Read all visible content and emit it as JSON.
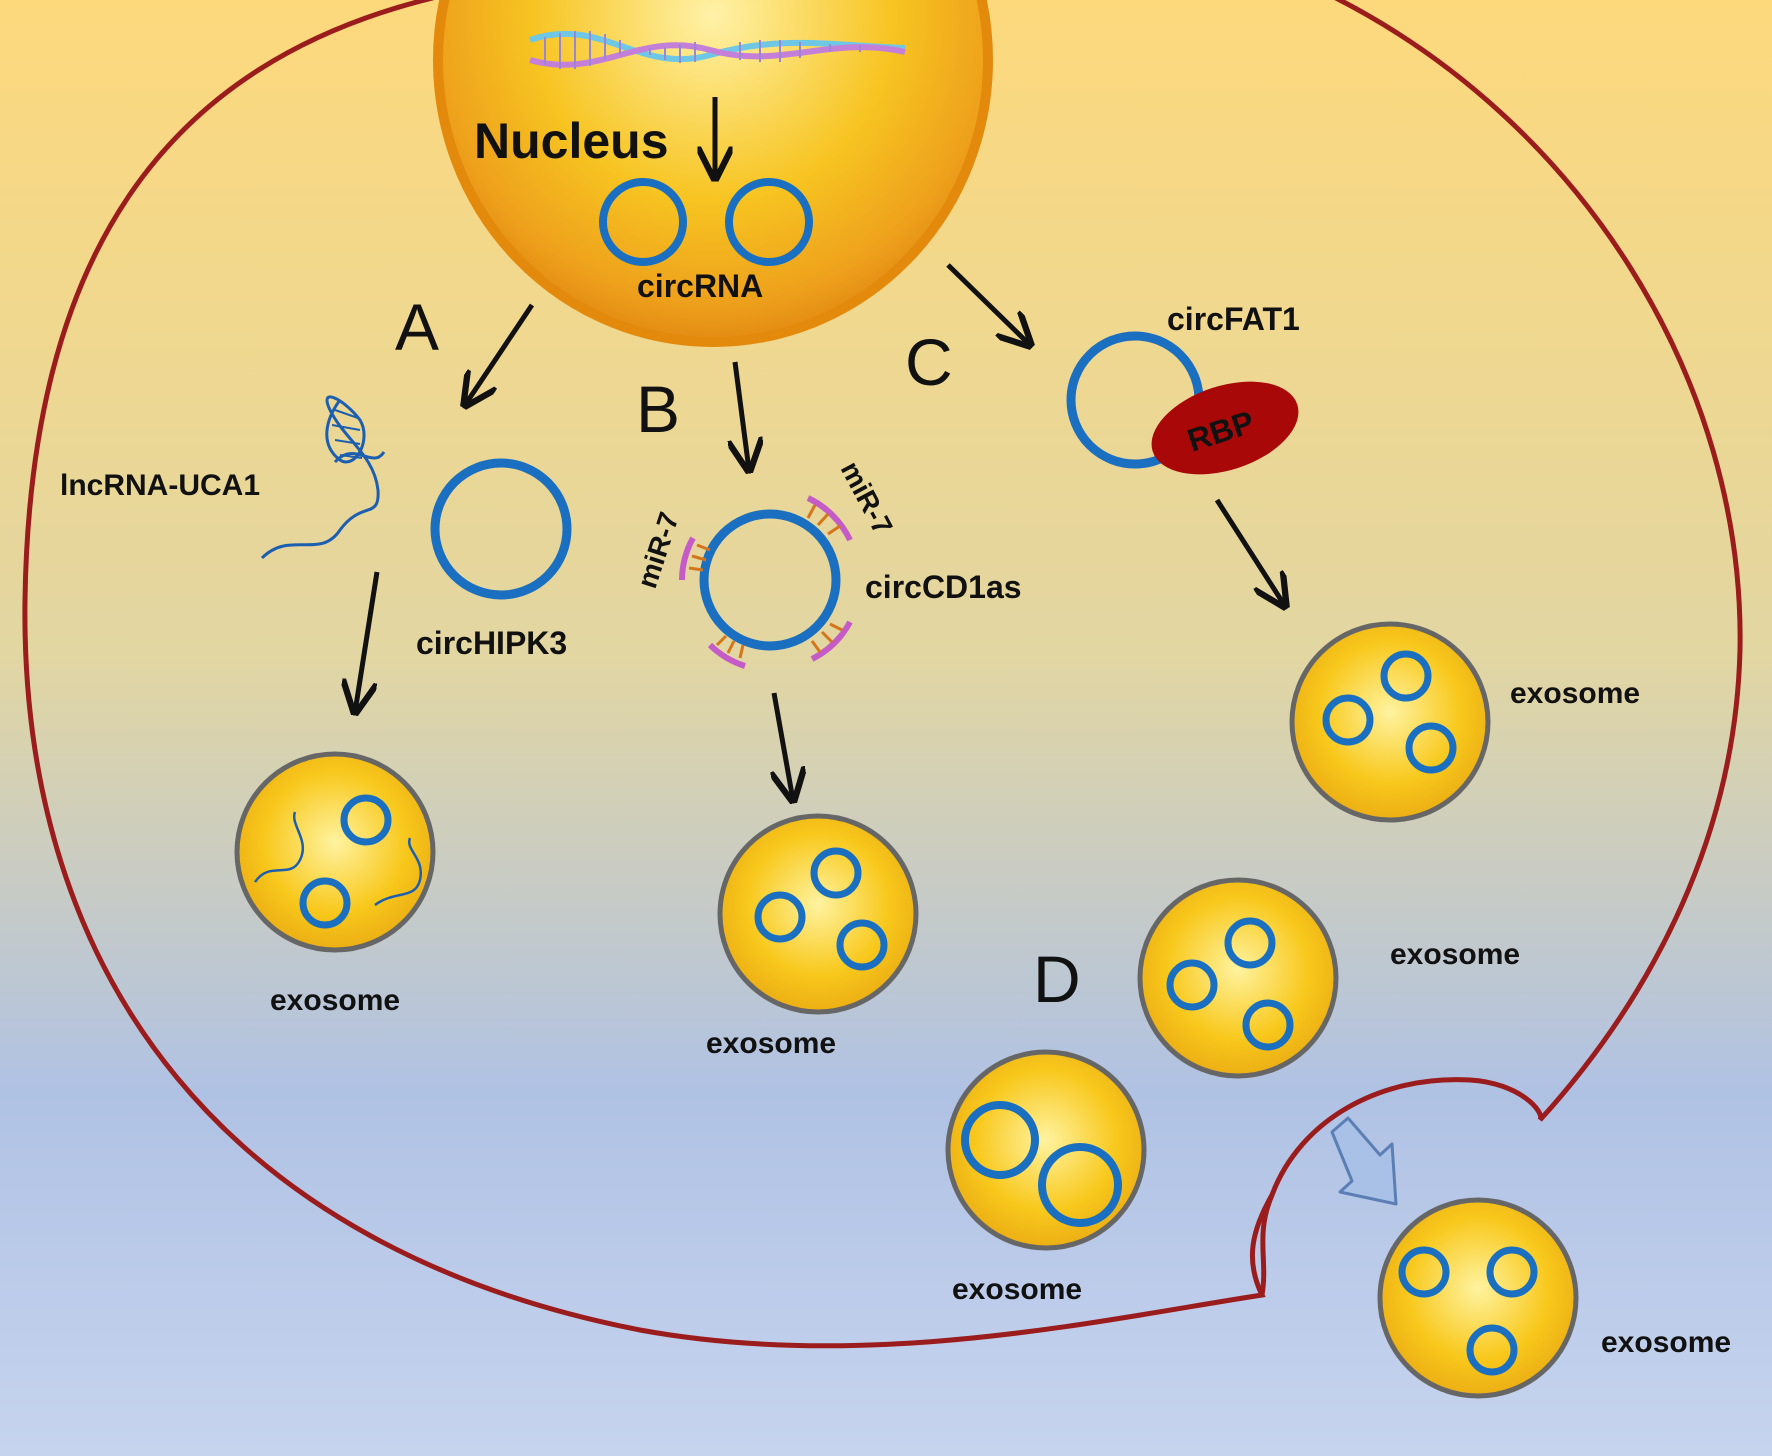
{
  "nucleus": {
    "label": "Nucleus",
    "circ_label": "circRNA"
  },
  "pathways": {
    "A": {
      "letter": "A",
      "lncrna_label": "lncRNA-UCA1",
      "circ_label": "circHIPK3",
      "exosome_label": "exosome"
    },
    "B": {
      "letter": "B",
      "circ_label": "circCD1as",
      "mirna_label_left": "miR-7",
      "mirna_label_right": "miR-7",
      "exosome_label": "exosome"
    },
    "C": {
      "letter": "C",
      "circ_label": "circFAT1",
      "rbp_label": "RBP",
      "exosome_label": "exosome"
    },
    "D": {
      "letter": "D",
      "exosome_label_1": "exosome",
      "exosome_label_2": "exosome",
      "exosome_label_3": "exosome"
    }
  },
  "colors": {
    "circ_ring": "#1a6fc0",
    "membrane": "#9b1c1c",
    "rbp": "#a80808",
    "exosome_fill": "#f6c51a",
    "background_top": "#fcd97a",
    "background_bottom": "#b4c8ea"
  }
}
